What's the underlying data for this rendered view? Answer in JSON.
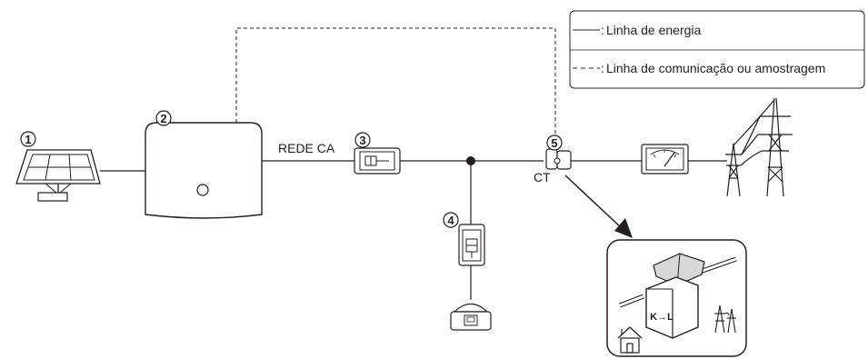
{
  "legend": {
    "power_line": "Linha de energia",
    "comm_line": "Linha de comunicação ou amostragem",
    "power_marker": "—:",
    "comm_marker": "- - -:"
  },
  "labels": {
    "grid_ac": "REDE CA",
    "ct": "CT",
    "ct_direction": "K→L"
  },
  "markers": {
    "m1": "1",
    "m2": "2",
    "m3": "3",
    "m4": "4",
    "m5": "5"
  },
  "components": {
    "m1": "solar-panel",
    "m2": "inverter",
    "m3": "ac-breaker",
    "m4": "load-breaker",
    "m5": "current-transformer",
    "load": "household-load",
    "meter": "utility-meter",
    "grid": "transmission-tower"
  }
}
